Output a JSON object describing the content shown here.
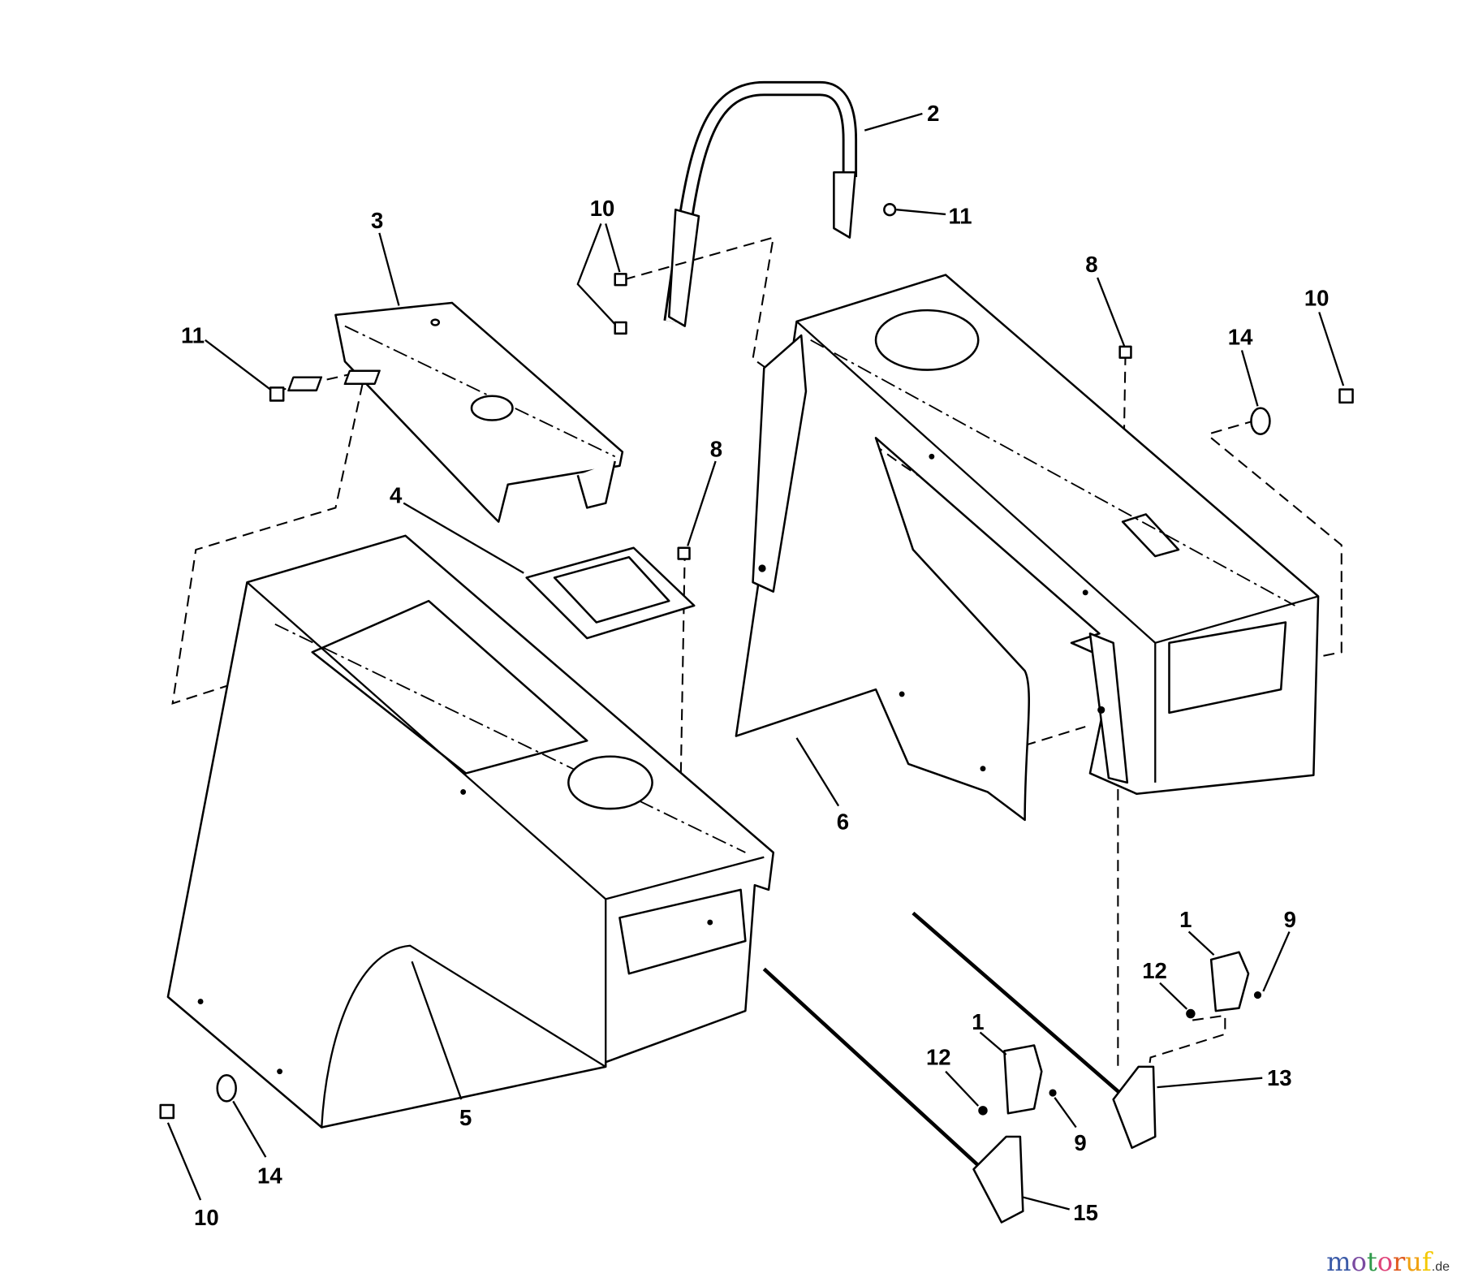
{
  "diagram": {
    "callouts": [
      "1",
      "2",
      "3",
      "4",
      "5",
      "6",
      "8",
      "9",
      "10",
      "11",
      "12",
      "13",
      "14",
      "15"
    ],
    "labels": {
      "p2": "2",
      "p10a": "10",
      "p11a": "11",
      "p3": "3",
      "p8a": "8",
      "p10b": "10",
      "p14a": "14",
      "p11b": "11",
      "p8b": "8",
      "p4": "4",
      "p6": "6",
      "p1a": "1",
      "p9a": "9",
      "p12a": "12",
      "p1b": "1",
      "p12b": "12",
      "p13": "13",
      "p9b": "9",
      "p5": "5",
      "p15": "15",
      "p14b": "14",
      "p10c": "10"
    }
  },
  "watermark": {
    "text": "motoruf",
    "suffix": ".de",
    "colors": [
      "#3b5ba8",
      "#7a4aa0",
      "#2f9a4a",
      "#e0457a",
      "#e05a1e",
      "#f0a010",
      "#f4c800"
    ]
  }
}
